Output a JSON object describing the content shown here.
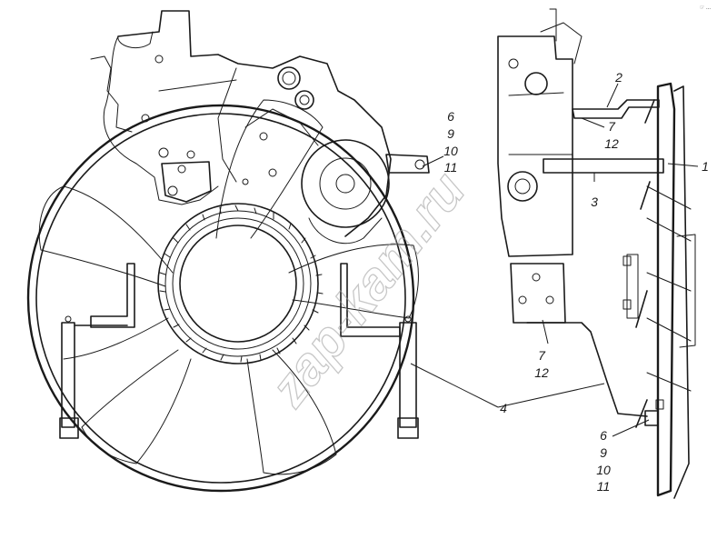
{
  "diagram": {
    "watermark": "zap-kam.ru",
    "corner_mark": "☞ ...",
    "callouts": {
      "fan_hub_group": [
        "6",
        "9",
        "10",
        "11"
      ],
      "bracket_2": "2",
      "bracket_2_group": [
        "7",
        "12"
      ],
      "bracket_1": "1",
      "bracket_3": "3",
      "lower_group": [
        "7",
        "12"
      ],
      "shroud_4": "4",
      "lower_right_group": [
        "6",
        "9",
        "10",
        "11"
      ]
    }
  }
}
